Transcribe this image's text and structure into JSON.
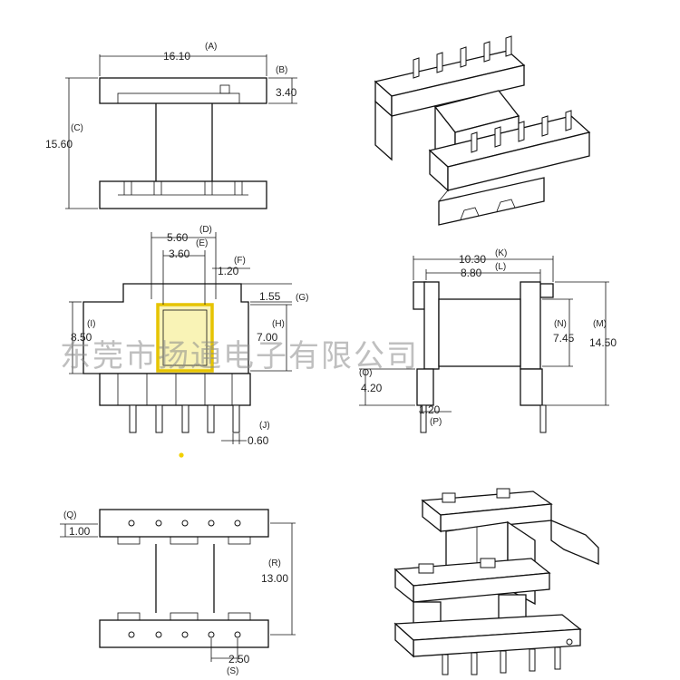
{
  "watermark": "东莞市扬通电子有限公司",
  "dimensions": {
    "A": {
      "letter": "(A)",
      "value": "16.10"
    },
    "B": {
      "letter": "(B)",
      "value": "3.40"
    },
    "C": {
      "letter": "(C)",
      "value": "15.60"
    },
    "D": {
      "letter": "(D)",
      "value": "5.60"
    },
    "E": {
      "letter": "(E)",
      "value": "3.60"
    },
    "F": {
      "letter": "(F)",
      "value": "1.20"
    },
    "G": {
      "letter": "(G)",
      "value": "1.55"
    },
    "H": {
      "letter": "(H)",
      "value": "7.00"
    },
    "I": {
      "letter": "(I)",
      "value": "8.50"
    },
    "J": {
      "letter": "(J)",
      "value": "0.60"
    },
    "K": {
      "letter": "(K)",
      "value": "10.30"
    },
    "L": {
      "letter": "(L)",
      "value": "8.80"
    },
    "M": {
      "letter": "(M)",
      "value": "14.50"
    },
    "N": {
      "letter": "(N)",
      "value": "7.45"
    },
    "O": {
      "letter": "(O)",
      "value": "4.20"
    },
    "P": {
      "letter": "(P)",
      "value": "1.20"
    },
    "Q": {
      "letter": "(Q)",
      "value": "1.00"
    },
    "R": {
      "letter": "(R)",
      "value": "13.00"
    },
    "S": {
      "letter": "(S)",
      "value": "2.50"
    }
  },
  "colors": {
    "highlight": "#f4e97a",
    "highlight_border": "#e6c400",
    "line": "#111111",
    "watermark": "#8a8a8a",
    "marker": "#f2d000"
  }
}
